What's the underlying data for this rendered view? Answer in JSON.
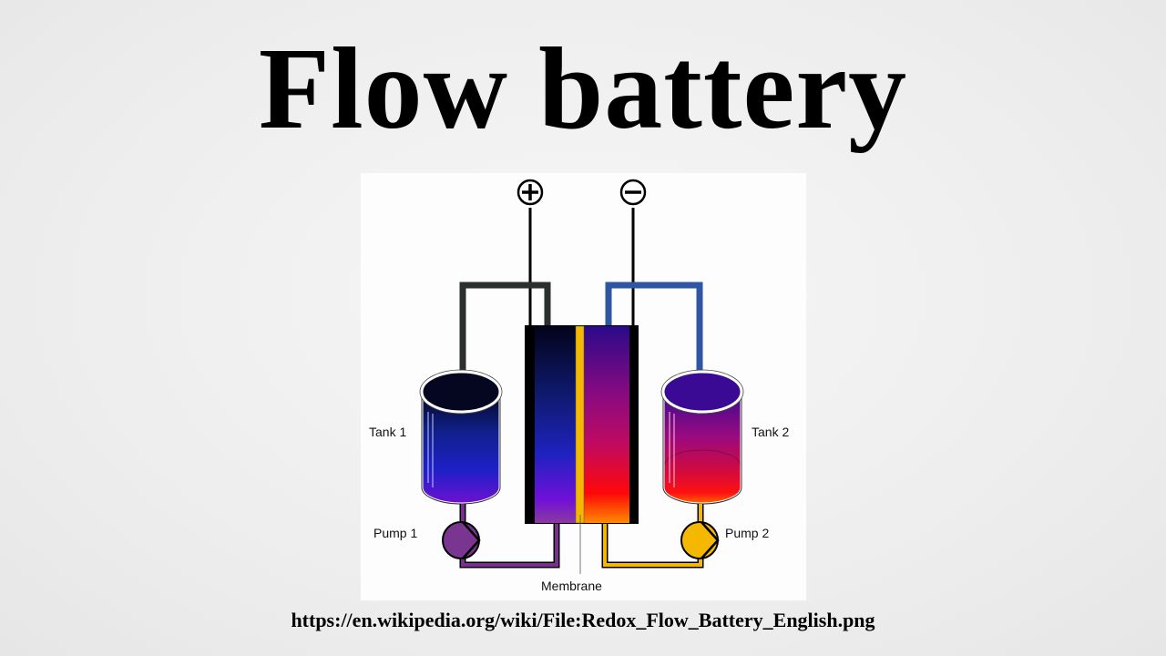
{
  "title": "Flow battery",
  "caption": "https://en.wikipedia.org/wiki/File:Redox_Flow_Battery_English.png",
  "diagram": {
    "terminals": {
      "positive": {
        "symbol": "plus-icon",
        "glyph": "+"
      },
      "negative": {
        "symbol": "minus-icon",
        "glyph": "−"
      }
    },
    "labels": {
      "tank1": "Tank 1",
      "tank2": "Tank 2",
      "pump1": "Pump 1",
      "pump2": "Pump 2",
      "membrane": "Membrane"
    },
    "colors": {
      "pipe_left_top": "#2b2f2f",
      "pipe_right_top": "#2f56a3",
      "pipe_purple": "#7a2e8f",
      "pipe_yellow": "#f5b800",
      "membrane": "#f5b800",
      "pump1_fill": "#7a3590",
      "pump2_fill": "#f5b800",
      "cell_frame": "#000000"
    }
  }
}
